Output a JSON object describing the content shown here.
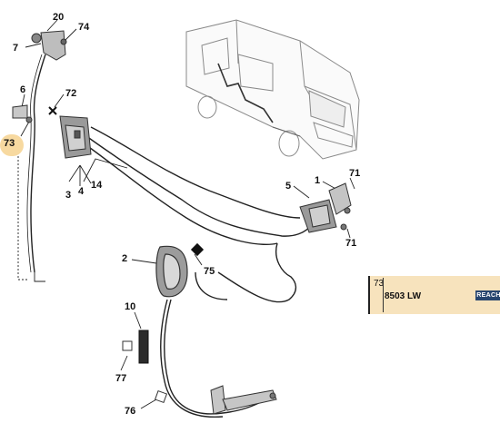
{
  "callouts": {
    "c20": "20",
    "c74": "74",
    "c7": "7",
    "c6": "6",
    "c72": "72",
    "c3": "3",
    "c4": "4",
    "c14": "14",
    "c5": "5",
    "c1": "1",
    "c71a": "71",
    "c71b": "71",
    "c2": "2",
    "c75": "75",
    "c10": "10",
    "c77": "77",
    "c76": "76"
  },
  "highlighted_callout": "73",
  "reference_panel": {
    "item_number": "73",
    "part_code": "8503 LW",
    "badge": "REACH",
    "background_color": "#f7e3bd",
    "badge_color": "#27456f"
  }
}
